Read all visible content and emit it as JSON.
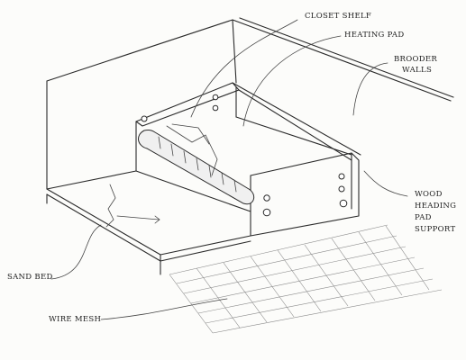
{
  "labels": {
    "closet_shelf": "CLOSET SHELF",
    "heating_pad": "HEATING PAD",
    "brooder_line1": "BROODER",
    "brooder_line2": "WALLS",
    "wood_line1": "WOOD",
    "wood_line2": "HEADING",
    "wood_line3": "PAD",
    "wood_line4": "SUPPORT",
    "sand_bed": "SAND BED",
    "wire_mesh": "WIRE MESH"
  }
}
